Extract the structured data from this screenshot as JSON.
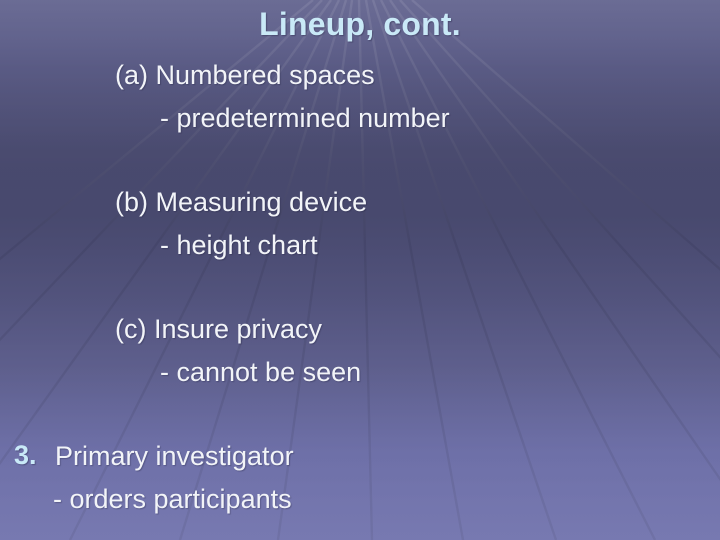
{
  "slide": {
    "title": "Lineup, cont.",
    "title_color": "#c9e9f7",
    "body_color": "#f2f4f8",
    "background_color": "#5a5b88",
    "background_pattern": "perspective-grid"
  },
  "body": {
    "items": [
      {
        "marker": "(a)",
        "main": "(a) Numbered spaces",
        "sub": "- predetermined number"
      },
      {
        "marker": "(b)",
        "main": "(b) Measuring device",
        "sub": "- height chart"
      },
      {
        "marker": "(c)",
        "main": "(c) Insure privacy",
        "sub": "- cannot be seen"
      },
      {
        "marker": "3.",
        "main": "Primary investigator",
        "sub": "- orders participants"
      }
    ]
  }
}
